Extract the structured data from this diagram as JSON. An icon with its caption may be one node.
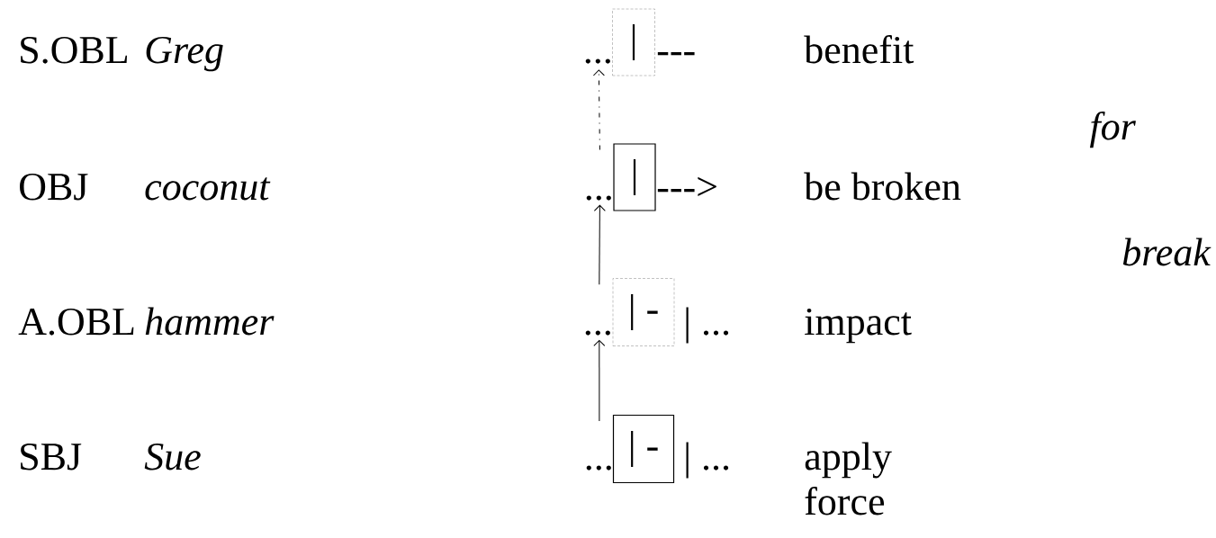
{
  "diagram": {
    "nodes": [
      {
        "text": [
          "|"
        ]
      },
      {
        "text": [
          "|"
        ]
      },
      {
        "text": [
          "| -"
        ]
      },
      {
        "text": [
          "| -"
        ]
      }
    ],
    "edges": [
      {
        "from": 3,
        "to": 2,
        "arrow": "to"
      },
      {
        "from": 2,
        "to": 1,
        "arrow": "to"
      },
      {
        "from": 1,
        "to": 0,
        "arrow": "to",
        "style": "dashed"
      }
    ],
    "labels": [
      "S.OBL",
      "Greg",
      "...",
      "---",
      "benefit",
      "for",
      "OBJ",
      "coconut",
      "...",
      "--->",
      "be broken",
      "break",
      "A.OBL",
      "hammer",
      "...",
      "| ...",
      "impact",
      "SBJ",
      "Sue",
      "...",
      "| ...",
      "apply force"
    ]
  }
}
